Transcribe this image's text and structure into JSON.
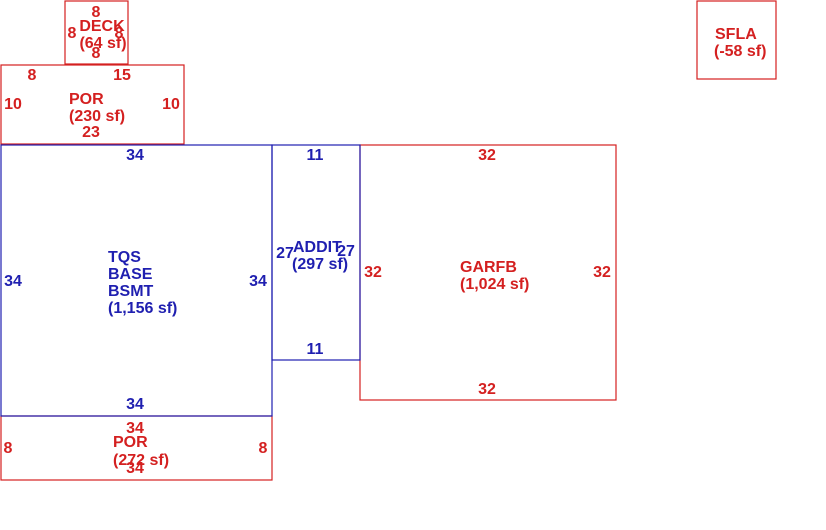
{
  "colors": {
    "red": "#d42020",
    "blue": "#1f1fb0"
  },
  "areas": {
    "deck": {
      "name": "DECK",
      "area": "(64 sf)",
      "dims": {
        "top": "8",
        "left": "8",
        "right": "8",
        "bottom": "8"
      }
    },
    "por_top": {
      "name": "POR",
      "area": "(230 sf)",
      "dims": {
        "top_left": "8",
        "top_right": "15",
        "left": "10",
        "right": "10",
        "bottom": "23"
      }
    },
    "sfla": {
      "name": "SFLA",
      "area": "(-58 sf)"
    },
    "base": {
      "line1": "TQS",
      "line2": "BASE",
      "line3": "BSMT",
      "area": "(1,156 sf)",
      "dims": {
        "top": "34",
        "left": "34",
        "right": "34",
        "bottom": "34"
      }
    },
    "addit": {
      "name": "ADDIT",
      "area": "(297 sf)",
      "dims": {
        "top": "11",
        "left": "27",
        "right": "27",
        "bottom": "11"
      }
    },
    "garfb": {
      "name": "GARFB",
      "area": "(1,024 sf)",
      "dims": {
        "top": "32",
        "left": "32",
        "right": "32",
        "bottom": "32"
      }
    },
    "por_bottom": {
      "name": "POR",
      "area": "(272 sf)",
      "dims": {
        "top": "34",
        "left": "8",
        "right": "8",
        "bottom": "34"
      }
    }
  }
}
